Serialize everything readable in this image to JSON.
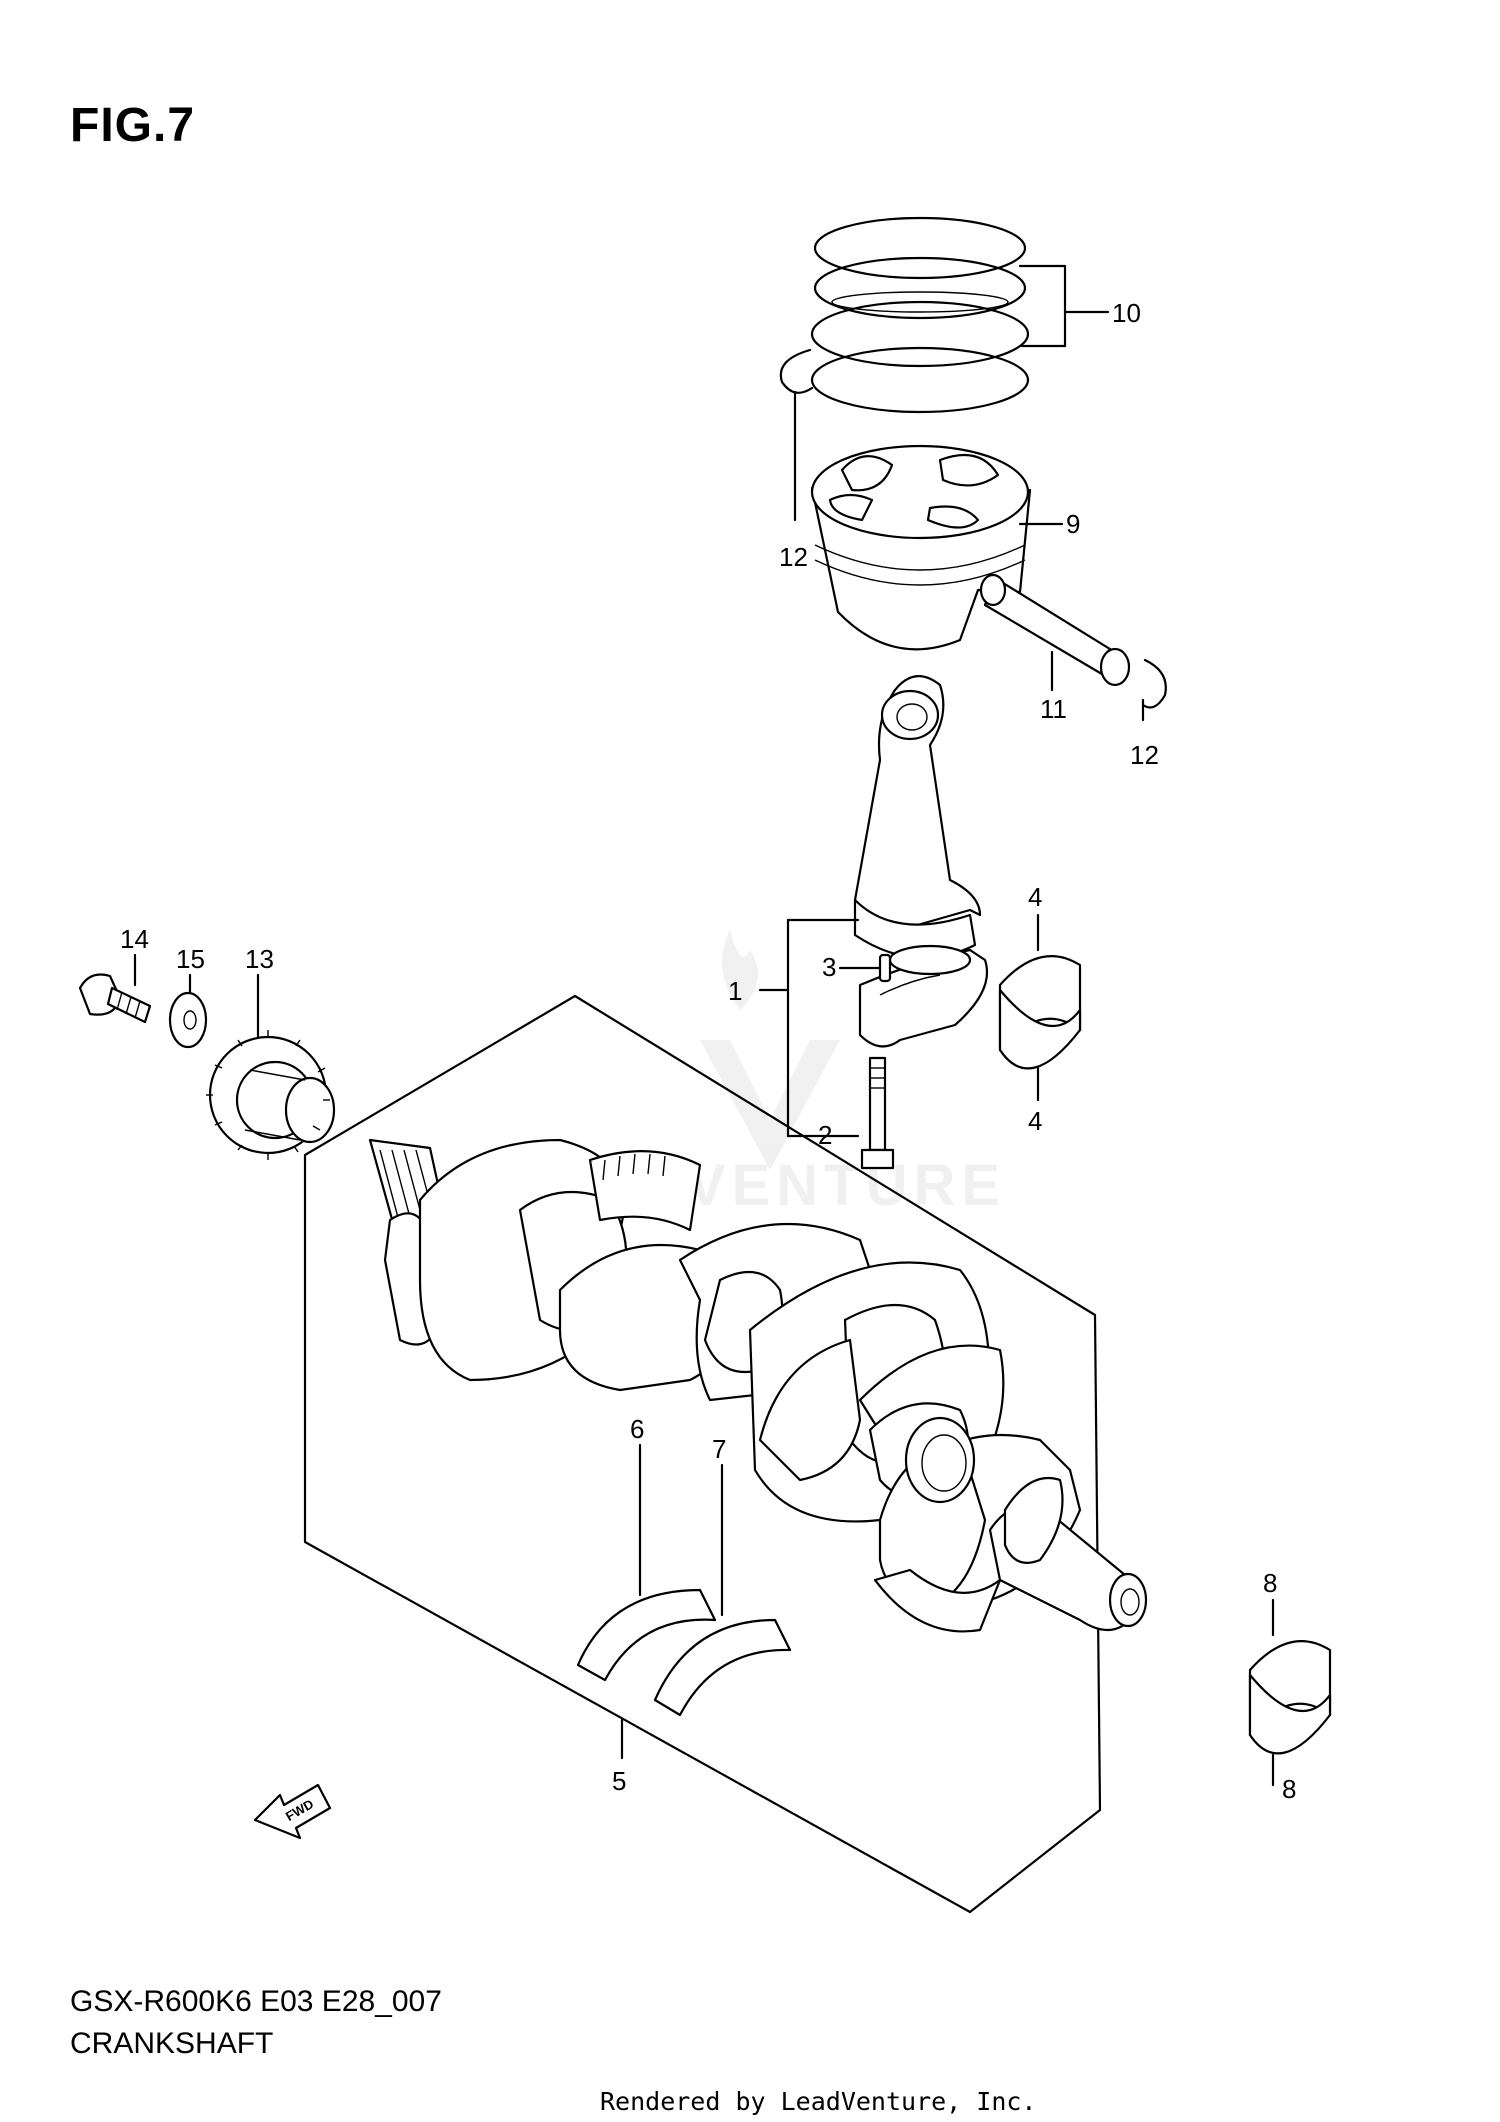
{
  "figure": {
    "title": "FIG.7"
  },
  "footer": {
    "model_code": "GSX-R600K6 E03 E28_007",
    "section_name": "CRANKSHAFT",
    "render_credit": "Rendered by LeadVenture, Inc."
  },
  "watermark": {
    "text": "LEADVENTURE"
  },
  "fwd_label": "FWD",
  "callouts": {
    "c1": "1",
    "c2": "2",
    "c3": "3",
    "c4a": "4",
    "c4b": "4",
    "c5": "5",
    "c6": "6",
    "c7": "7",
    "c8a": "8",
    "c8b": "8",
    "c9": "9",
    "c10": "10",
    "c11": "11",
    "c12a": "12",
    "c12b": "12",
    "c13": "13",
    "c14": "14",
    "c15": "15"
  }
}
